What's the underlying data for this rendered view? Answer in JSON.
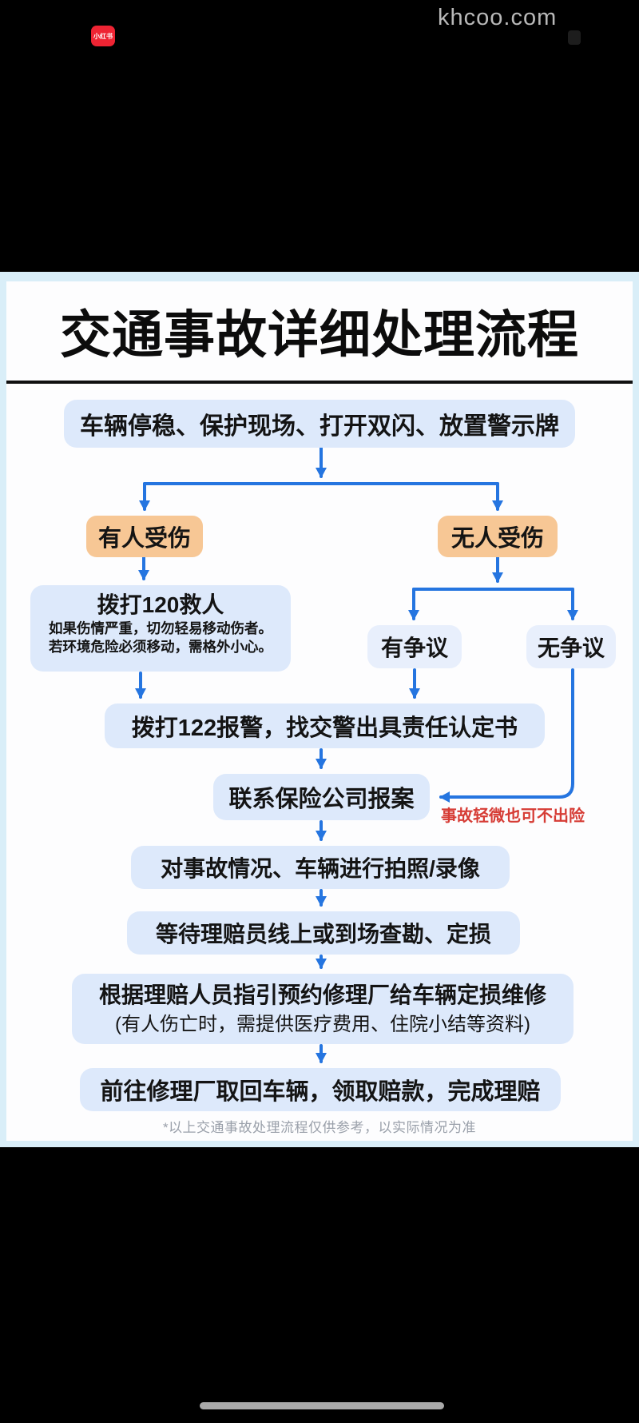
{
  "app": {
    "badge_label": "小红书",
    "watermark": "khcoo.com"
  },
  "poster": {
    "title": "交通事故详细处理流程",
    "flow": {
      "step_secure": "车辆停稳、保护现场、打开双闪、放置警示牌",
      "branch_injured": "有人受伤",
      "branch_no_injury": "无人受伤",
      "call_120": {
        "title": "拨打120救人",
        "note_line1": "如果伤情严重，切勿轻易移动伤者。",
        "note_line2": "若环境危险必须移动，需格外小心。"
      },
      "dispute_yes": "有争议",
      "dispute_no": "无争议",
      "call_122": "拨打122报警，找交警出具责任认定书",
      "report_insurance": "联系保险公司报案",
      "minor_accident_note": "事故轻微也可不出险",
      "photograph": "对事故情况、车辆进行拍照/录像",
      "wait_adjuster": "等待理赔员线上或到场查勘、定损",
      "repair_booking": {
        "line1": "根据理赔人员指引预约修理厂给车辆定损维修",
        "line2": "(有人伤亡时，需提供医疗费用、住院小结等资料)"
      },
      "finish": "前往修理厂取回车辆，领取赔款，完成理赔"
    },
    "footnote": "*以上交通事故处理流程仅供参考，以实际情况为准"
  },
  "colors": {
    "arrow": "#2575e0",
    "box-blue": "#dde9fb",
    "box-blue-light": "#e8effc",
    "box-orange": "#f7c795",
    "note-red": "#d63c35",
    "card-frame": "#d9eef8",
    "badge-red": "#ee2433"
  }
}
